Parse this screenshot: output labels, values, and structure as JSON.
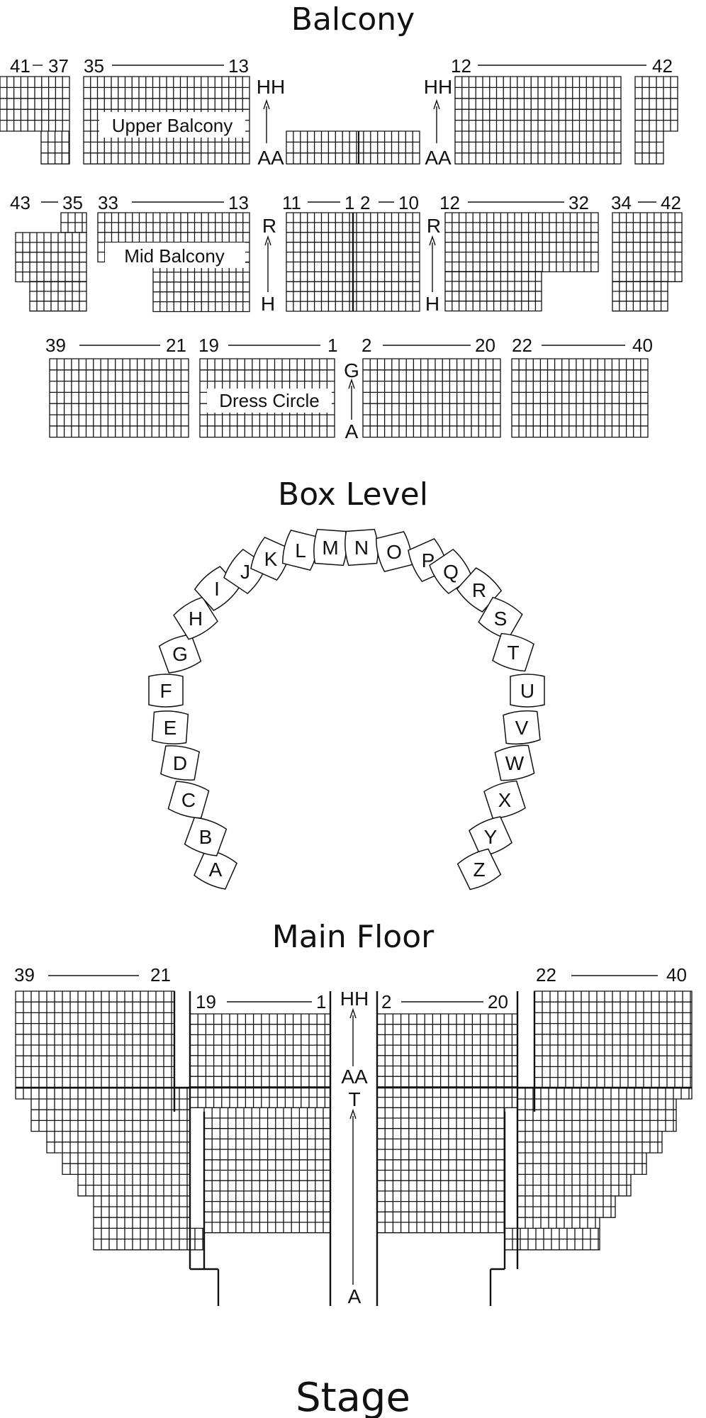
{
  "titles": {
    "balcony": "Balcony",
    "box_level": "Box Level",
    "main_floor": "Main Floor",
    "stage": "Stage"
  },
  "balcony": {
    "upper": {
      "label": "Upper Balcony",
      "left_outer_range": [
        "41",
        "37"
      ],
      "left_range": [
        "35",
        "13"
      ],
      "right_range": [
        "12",
        "42"
      ],
      "rows": [
        "HH",
        "AA"
      ]
    },
    "mid": {
      "label": "Mid Balcony",
      "left_outer_range": [
        "43",
        "35"
      ],
      "left_range": [
        "33",
        "13"
      ],
      "center_range": [
        "11",
        "1",
        "2",
        "10"
      ],
      "right_range": [
        "12",
        "32"
      ],
      "right_outer_range": [
        "34",
        "42"
      ],
      "rows": [
        "R",
        "H"
      ]
    },
    "dress": {
      "label": "Dress Circle",
      "far_left_range": [
        "39",
        "21"
      ],
      "left_range": [
        "19",
        "1"
      ],
      "right_range": [
        "2",
        "20"
      ],
      "far_right_range": [
        "22",
        "40"
      ],
      "rows": [
        "G",
        "A"
      ]
    }
  },
  "boxes": [
    "A",
    "B",
    "C",
    "D",
    "E",
    "F",
    "G",
    "H",
    "I",
    "J",
    "K",
    "L",
    "M",
    "N",
    "O",
    "P",
    "Q",
    "R",
    "S",
    "T",
    "U",
    "V",
    "W",
    "X",
    "Y",
    "Z"
  ],
  "main_floor": {
    "far_left_range": [
      "39",
      "21"
    ],
    "left_range": [
      "19",
      "1"
    ],
    "right_range": [
      "2",
      "20"
    ],
    "far_right_range": [
      "22",
      "40"
    ],
    "aisle_rows": [
      "HH",
      "AA",
      "T",
      "A"
    ]
  },
  "colors": {
    "line": "#111111",
    "background": "#ffffff"
  }
}
